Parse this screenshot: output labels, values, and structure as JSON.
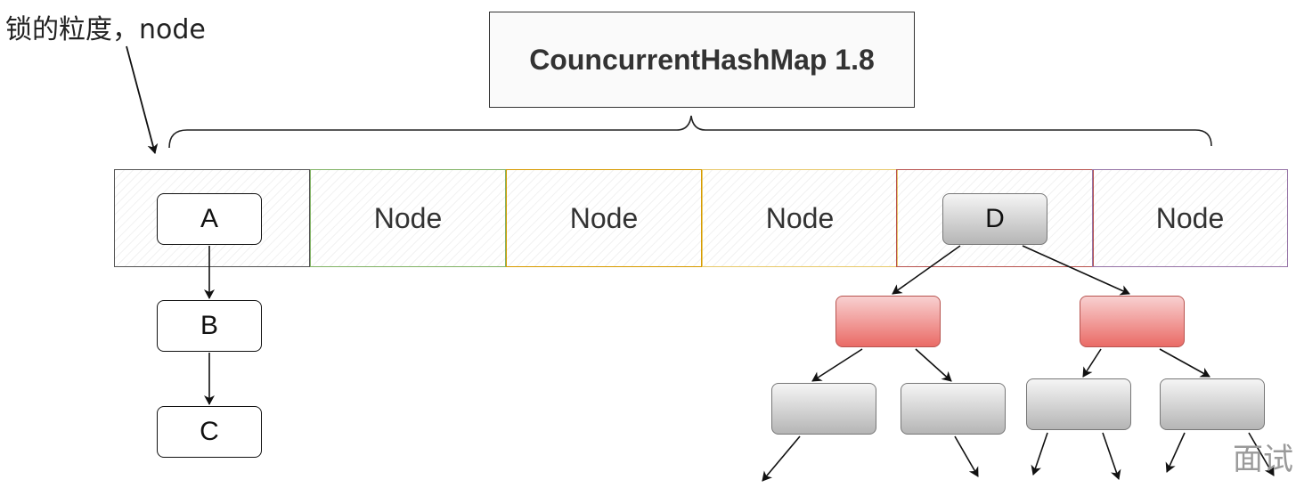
{
  "annotation": "锁的粒度，node",
  "title": "CouncurrentHashMap 1.8",
  "table_cells": [
    {
      "label": "",
      "color": "#555555"
    },
    {
      "label": "Node",
      "color": "#82b366"
    },
    {
      "label": "Node",
      "color": "#d79b00"
    },
    {
      "label": "Node",
      "color": "#e8c96b"
    },
    {
      "label": "",
      "color": "#b85450"
    },
    {
      "label": "Node",
      "color": "#9673a6"
    }
  ],
  "list_nodes": [
    "A",
    "B",
    "C"
  ],
  "tree_root": "D",
  "watermark": "面试"
}
